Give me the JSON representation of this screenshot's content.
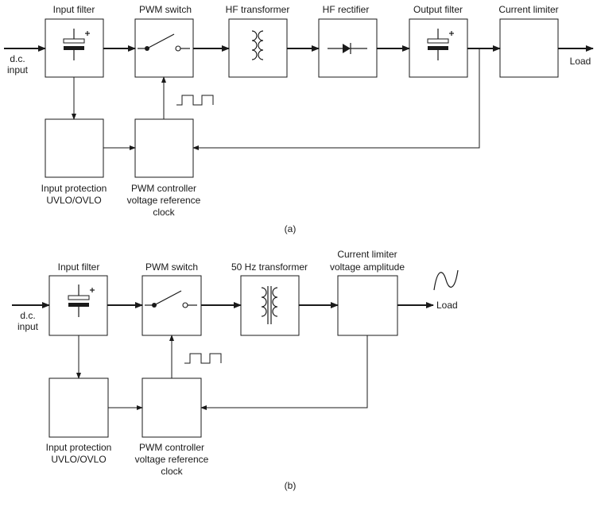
{
  "diagram_a": {
    "caption": "(a)",
    "input_label": [
      "d.c.",
      "input"
    ],
    "output_label": "Load",
    "blocks": {
      "input_filter": "Input filter",
      "pwm_switch": "PWM switch",
      "hf_transformer": "HF transformer",
      "hf_rectifier": "HF rectifier",
      "output_filter": "Output filter",
      "current_limiter": "Current limiter",
      "input_protection": [
        "Input protection",
        "UVLO/OVLO"
      ],
      "pwm_controller": [
        "PWM controller",
        "voltage reference",
        "clock"
      ]
    }
  },
  "diagram_b": {
    "caption": "(b)",
    "input_label": [
      "d.c.",
      "input"
    ],
    "output_label": "Load",
    "blocks": {
      "input_filter": "Input filter",
      "pwm_switch": "PWM switch",
      "transformer_50hz": "50 Hz transformer",
      "current_limiter": [
        "Current limiter",
        "voltage amplitude"
      ],
      "input_protection": [
        "Input protection",
        "UVLO/OVLO"
      ],
      "pwm_controller": [
        "PWM controller",
        "voltage reference",
        "clock"
      ]
    }
  }
}
